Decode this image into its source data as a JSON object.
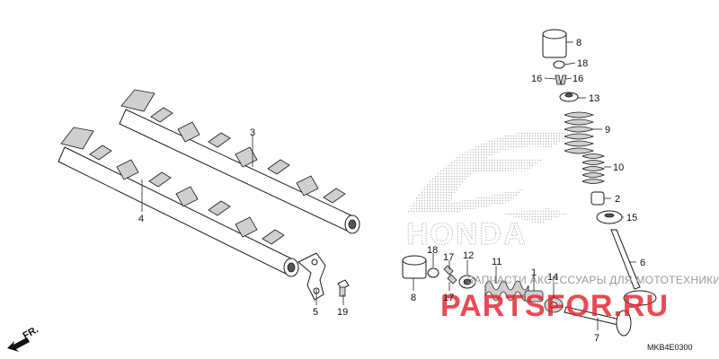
{
  "diagram": {
    "code": "MKB4E0300",
    "front_marker": "FR.",
    "brand_watermark": "HONDA",
    "watermark_text": "ЗАПЧАСТИ АКСЕССУАРЫ ДЛЯ МОТОТЕХНИКИ",
    "watermark_logo": "PARTSFOR.RU"
  },
  "callouts": {
    "c1": "1",
    "c2": "2",
    "c3": "3",
    "c4": "4",
    "c5": "5",
    "c6": "6",
    "c7": "7",
    "c8a": "8",
    "c8b": "8",
    "c9": "9",
    "c10": "10",
    "c11": "11",
    "c12": "12",
    "c13": "13",
    "c14": "14",
    "c15": "15",
    "c16a": "16",
    "c16b": "16",
    "c17a": "17",
    "c17b": "17",
    "c18a": "18",
    "c18b": "18",
    "c19": "19"
  },
  "colors": {
    "watermark_red": "#e61e2a",
    "ink": "#1a1a1a"
  }
}
